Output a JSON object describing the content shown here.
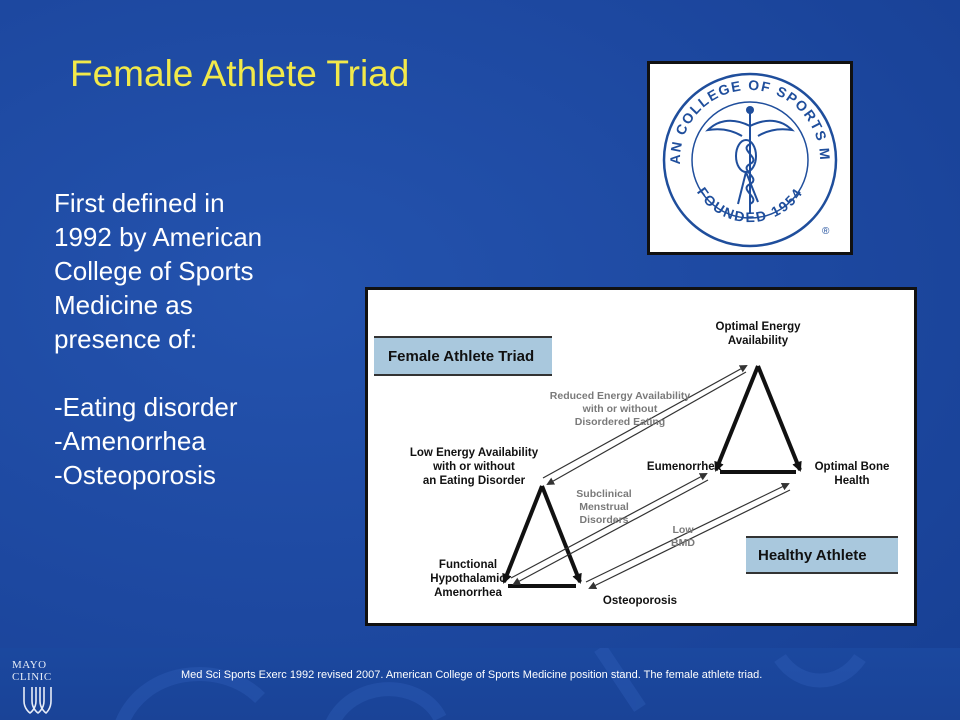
{
  "slide": {
    "title": "Female Athlete Triad",
    "body_lines": [
      "First defined in",
      "1992 by American",
      "College of Sports",
      "Medicine as",
      "presence of:"
    ],
    "bullets": [
      "-Eating disorder",
      "-Amenorrhea",
      "-Osteoporosis"
    ],
    "citation": "Med Sci Sports Exerc 1992 revised 2007. American College of Sports Medicine position stand. The female athlete triad."
  },
  "logo": {
    "ring_text": "AMERICAN COLLEGE OF SPORTS MEDICINE",
    "founded_text": "FOUNDED 1954",
    "registered": "®"
  },
  "diagram": {
    "title_box": "Female Athlete Triad",
    "healthy_box": "Healthy Athlete",
    "nodes": {
      "optimal_energy": [
        "Optimal Energy",
        "Availability"
      ],
      "low_energy": [
        "Low Energy Availability",
        "with or without",
        "an Eating Disorder"
      ],
      "eumenorrhea": "Eumenorrhea",
      "optimal_bone": [
        "Optimal Bone",
        "Health"
      ],
      "fha": [
        "Functional",
        "Hypothalamic",
        "Amenorrhea"
      ],
      "osteoporosis": "Osteoporosis"
    },
    "spectrum_labels": {
      "energy": [
        "Reduced Energy Availability",
        "with or without",
        "Disordered Eating"
      ],
      "menstrual": [
        "Subclinical",
        "Menstrual",
        "Disorders"
      ],
      "bmd": [
        "Low",
        "BMD"
      ]
    }
  },
  "branding": {
    "mayo_line1": "MAYO",
    "mayo_line2": "CLINIC"
  },
  "colors": {
    "background": "#1c4aa3",
    "title": "#f2e94a",
    "body_text": "#ffffff",
    "label_box": "#a9c8dd",
    "logo_blue": "#1f4e9c"
  }
}
